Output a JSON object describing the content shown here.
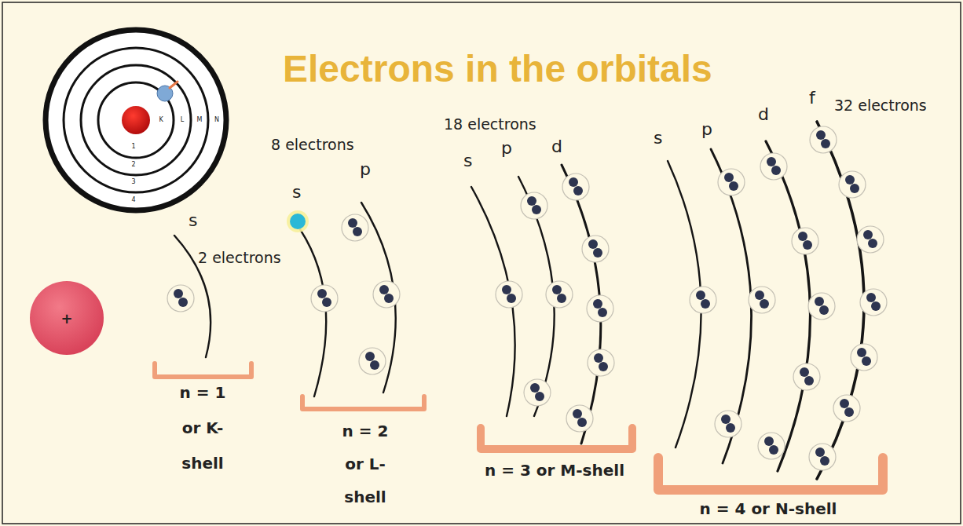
{
  "diagram": {
    "title": "Electrons in the orbitals",
    "nodes": [
      {
        "text": [
          "+"
        ]
      }
    ],
    "labels": [
      "1",
      "2",
      "3",
      "4",
      "K",
      "L",
      "M",
      "N",
      "s",
      "2 electrons",
      "n = 1 or K-shell",
      "8 electrons",
      "s",
      "p",
      "n = 2 or L-shell",
      "18 electrons",
      "s",
      "p",
      "d",
      "n = 3 or M-shell",
      "s",
      "p",
      "d",
      "f",
      "32 electrons",
      "n = 4 or N-shell"
    ]
  }
}
